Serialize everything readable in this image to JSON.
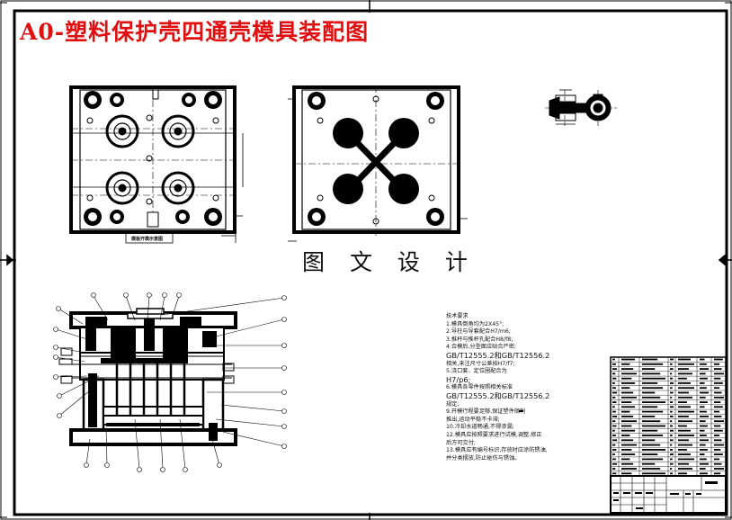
{
  "drawing": {
    "title": "A0-塑料保护壳四通壳模具装配图",
    "watermark": "图 文 设 计",
    "top_view_caption": "模板开模示意图"
  },
  "technical_notes": {
    "heading": "技术要求",
    "items": [
      "1.模具倒角均为2X45°;",
      "2.导柱与导套配合H7/m6;",
      "3.推杆与推杆孔配合H8/f8;",
      "4.合模后,分型面应贴合严密;",
      "GB/T12555.2和GB/T12556.2",
      "相关,未注尺寸公差按H7/f7;",
      "5.浇口套、定位圈配合为",
      "H7/p6;",
      "6.模具各零件按照相关标准",
      "GB/T12555.2和GB/T12556.2",
      "规定;",
      "9.开模行程要足够,保证塑件顺利",
      "推出,运动平稳不卡滞;",
      "10.冷却水道畅通,不得渗漏;",
      "12.模具应按照要求进行试模,调整,修正",
      "后方可交付;",
      "13.模具应有编号标识,存放时应涂防锈油,",
      "并分类摆放,防止碰伤与锈蚀。"
    ]
  }
}
